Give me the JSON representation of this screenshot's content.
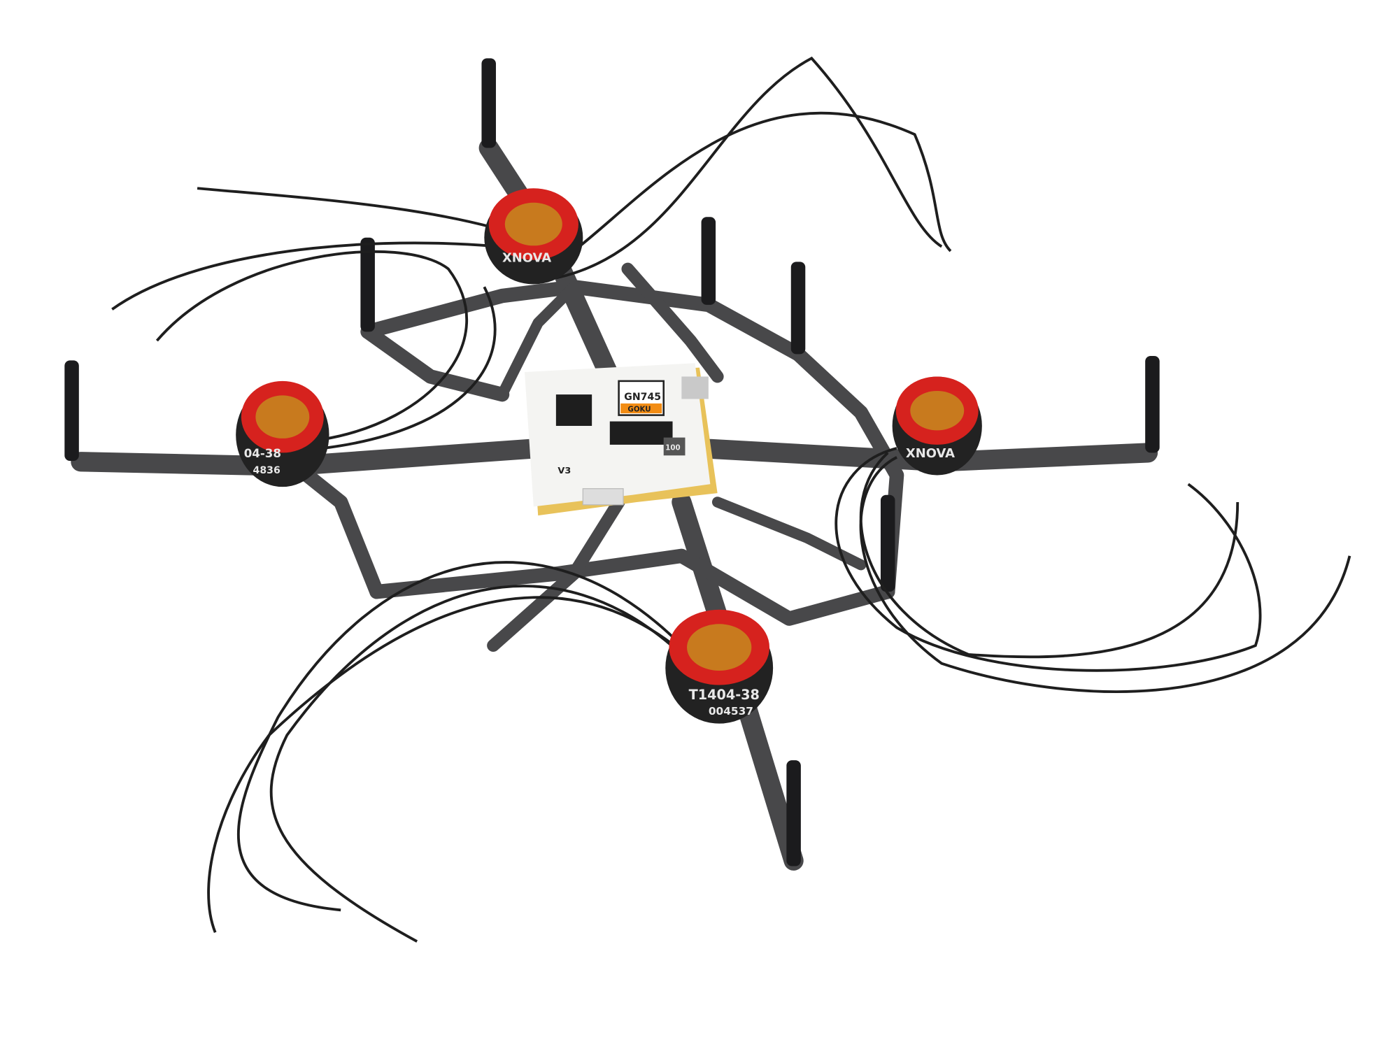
{
  "scene": {
    "background": "#ffffff",
    "frame_color": "#4a4a4c",
    "motor_accent": "#d6221e",
    "board_color": "#f4f4f2"
  },
  "flight_controller": {
    "model": "GN745",
    "brand": "GOKU",
    "version": "V3",
    "inductor": "100"
  },
  "motors": [
    {
      "brand": "XNOVA"
    },
    {
      "model": "04-38",
      "serial": "4836"
    },
    {
      "brand": "XNOVA"
    },
    {
      "model": "T1404-38",
      "serial": "004537"
    }
  ]
}
